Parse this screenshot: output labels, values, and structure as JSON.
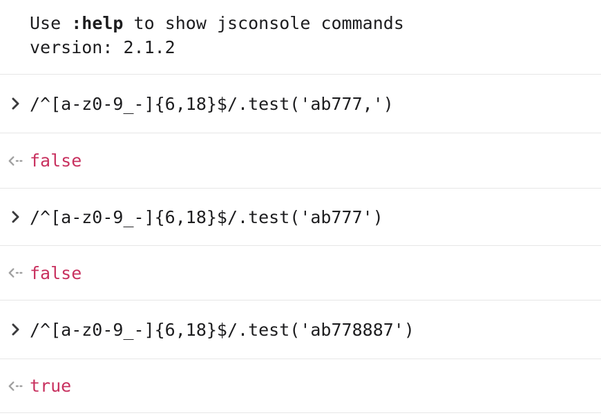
{
  "banner": {
    "line1_prefix": "Use ",
    "line1_cmd": ":help",
    "line1_suffix": " to show jsconsole commands",
    "line2": "version: 2.1.2"
  },
  "entries": [
    {
      "input": "/^[a-z0-9_-]{6,18}$/.test('ab777,')",
      "output": "false"
    },
    {
      "input": "/^[a-z0-9_-]{6,18}$/.test('ab777')",
      "output": "false"
    },
    {
      "input": "/^[a-z0-9_-]{6,18}$/.test('ab778887')",
      "output": "true"
    }
  ],
  "icons": {
    "prompt": "chevron-right-icon",
    "result": "return-arrow-icon"
  },
  "colors": {
    "result_value": "#c8315f",
    "prompt_icon": "#3a3a3c",
    "result_icon": "#a0a0a0",
    "divider": "#e6e6e6"
  }
}
